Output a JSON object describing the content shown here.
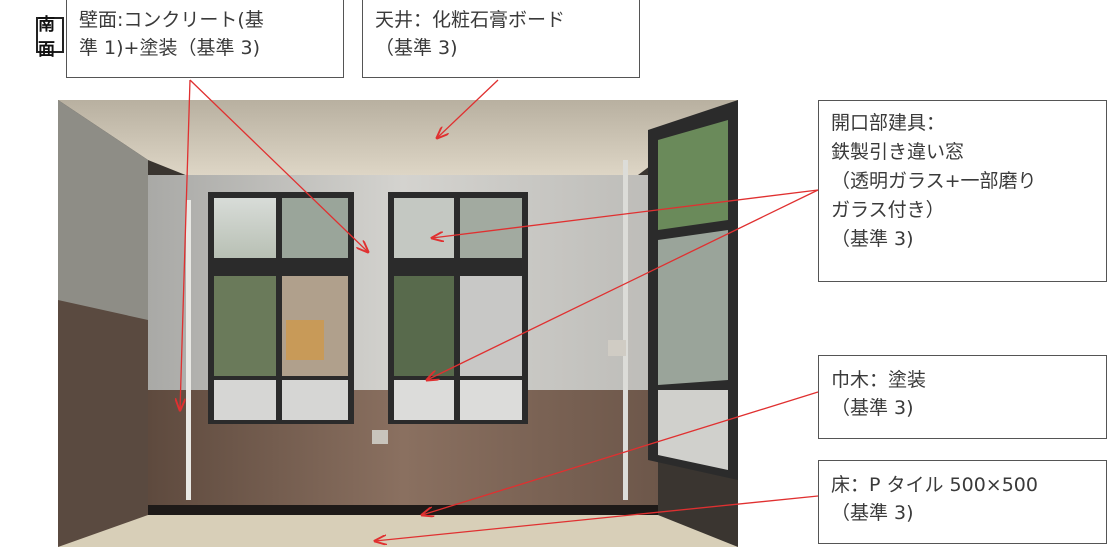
{
  "side_label": "南面",
  "callouts": {
    "wall": {
      "line1": "壁面:コンクリート(基",
      "line2": "準 1)+塗装（基準 3)"
    },
    "ceiling": {
      "line1": "天井：化粧石膏ボード",
      "line2": "（基準 3)"
    },
    "windows": {
      "line1": "開口部建具：",
      "line2": "鉄製引き違い窓",
      "line3": "（透明ガラス+一部磨り",
      "line4": "ガラス付き）",
      "line5": "（基準 3)"
    },
    "skirting": {
      "line1": "巾木：塗装",
      "line2": "（基準 3)"
    },
    "floor": {
      "line1": "床：P タイル 500×500",
      "line2": "（基準 3)"
    }
  },
  "colors": {
    "annotation_line": "#e03030",
    "box_border": "#555555"
  },
  "photo": {
    "description_icon": "room-interior-photo"
  }
}
